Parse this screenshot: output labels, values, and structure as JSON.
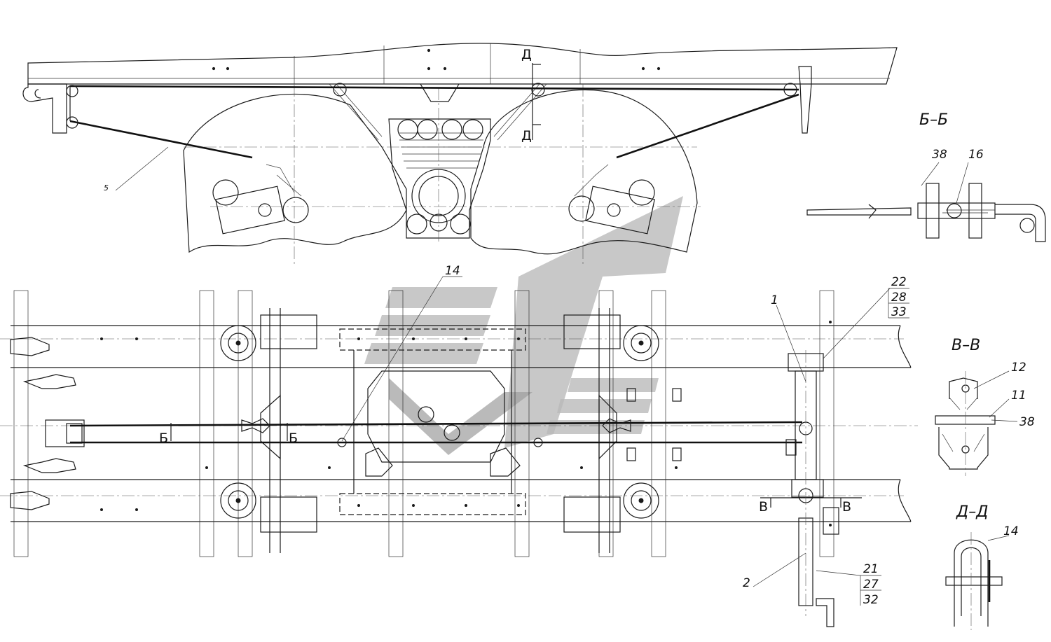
{
  "sections": {
    "bb": "Б–Б",
    "vv": "В–В",
    "dd": "Д–Д"
  },
  "cut_marks": {
    "b_left": "Б",
    "b_right": "Б",
    "v_left": "В",
    "v_right": "В",
    "d_top": "Д",
    "d_bottom": "Д"
  },
  "callouts": {
    "c5": "5",
    "c14_main": "14",
    "c1": "1",
    "c22": "22",
    "c28": "28",
    "c33": "33",
    "c2": "2",
    "c21": "21",
    "c27": "27",
    "c32": "32",
    "c38_bb": "38",
    "c16": "16",
    "c12": "12",
    "c11": "11",
    "c38_vv": "38",
    "c14_dd": "14"
  },
  "colors": {
    "line": "#1a1a1a",
    "watermark": "#b9b9b9"
  }
}
